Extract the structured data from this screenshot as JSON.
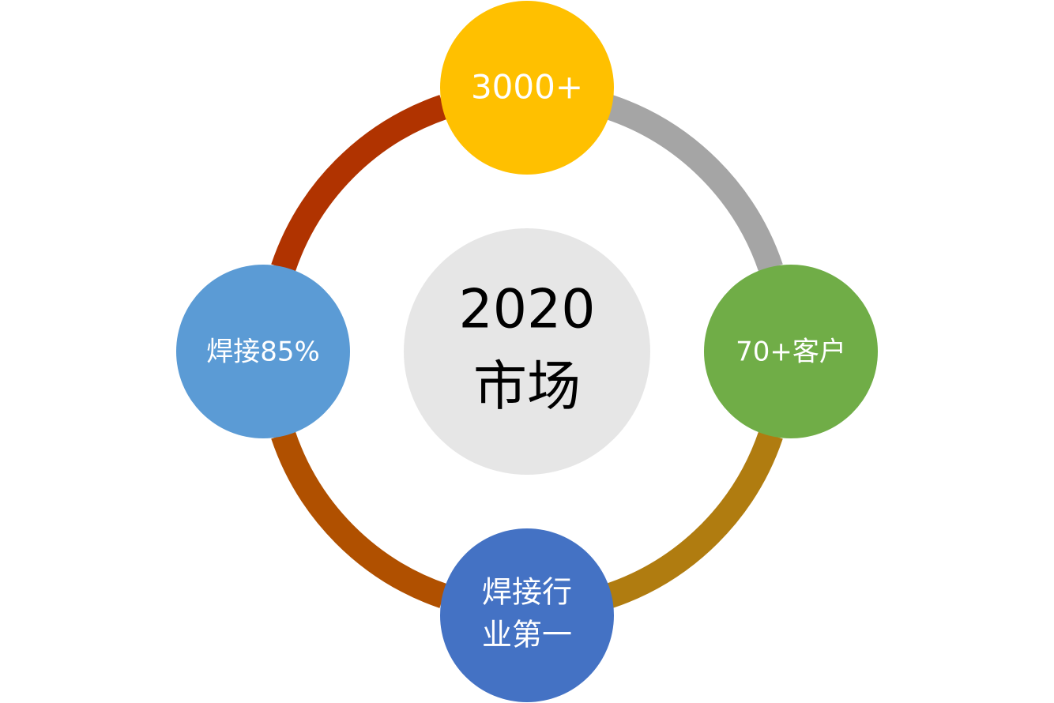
{
  "center": {
    "line1": "2020",
    "line2": "市场",
    "color": "#e6e6e6"
  },
  "nodes": [
    {
      "id": "top",
      "lines": [
        "3000+"
      ],
      "color": "#ffc000"
    },
    {
      "id": "right",
      "lines": [
        "70+客户"
      ],
      "color": "#70ad47"
    },
    {
      "id": "bottom",
      "lines": [
        "焊接行",
        "业第一"
      ],
      "color": "#4472c4"
    },
    {
      "id": "left",
      "lines": [
        "焊接85%"
      ],
      "color": "#5b9bd5"
    }
  ],
  "arcs": [
    {
      "id": "top-right",
      "color": "#a5a5a5"
    },
    {
      "id": "right-bottom",
      "color": "#b07c10"
    },
    {
      "id": "bottom-left",
      "color": "#b05000"
    },
    {
      "id": "left-top",
      "color": "#b03300"
    }
  ]
}
